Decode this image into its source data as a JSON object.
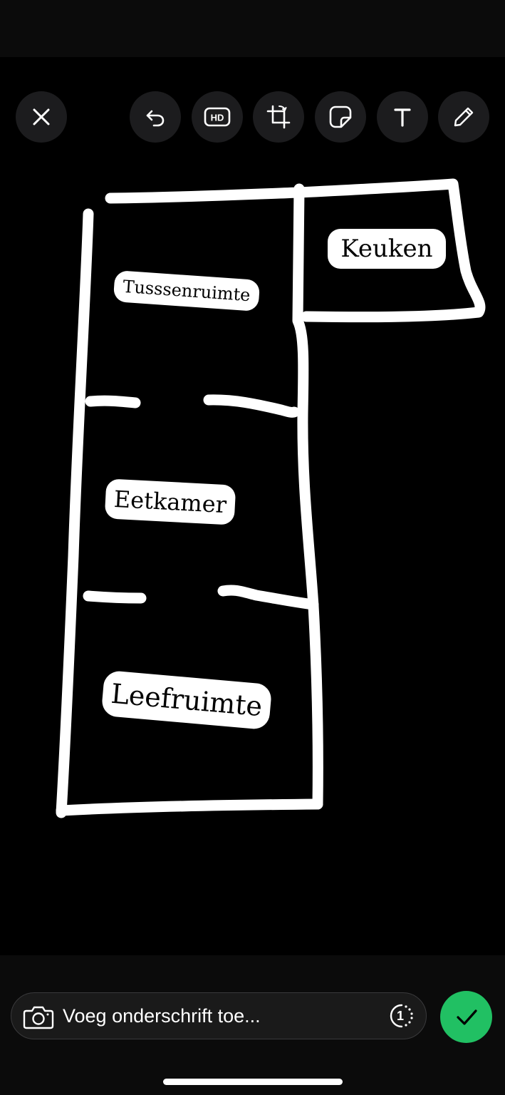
{
  "editor": {
    "labels": {
      "keuken": "Keuken",
      "tussenruimte": "Tusssenruimte",
      "eetkamer": "Eetkamer",
      "leefruimte": "Leefruimte"
    }
  },
  "toolbar": {
    "icons": [
      "close-icon",
      "undo-icon",
      "hd-icon",
      "crop-rotate-icon",
      "sticker-icon",
      "text-icon",
      "pencil-icon"
    ],
    "hd_label": "HD"
  },
  "caption": {
    "placeholder": "Voeg onderschrift toe...",
    "value": "",
    "view_once_count": "1"
  },
  "colors": {
    "send_button": "#21c063",
    "toolbar_button": "#1c1c1e",
    "drawing_stroke": "#ffffff"
  }
}
